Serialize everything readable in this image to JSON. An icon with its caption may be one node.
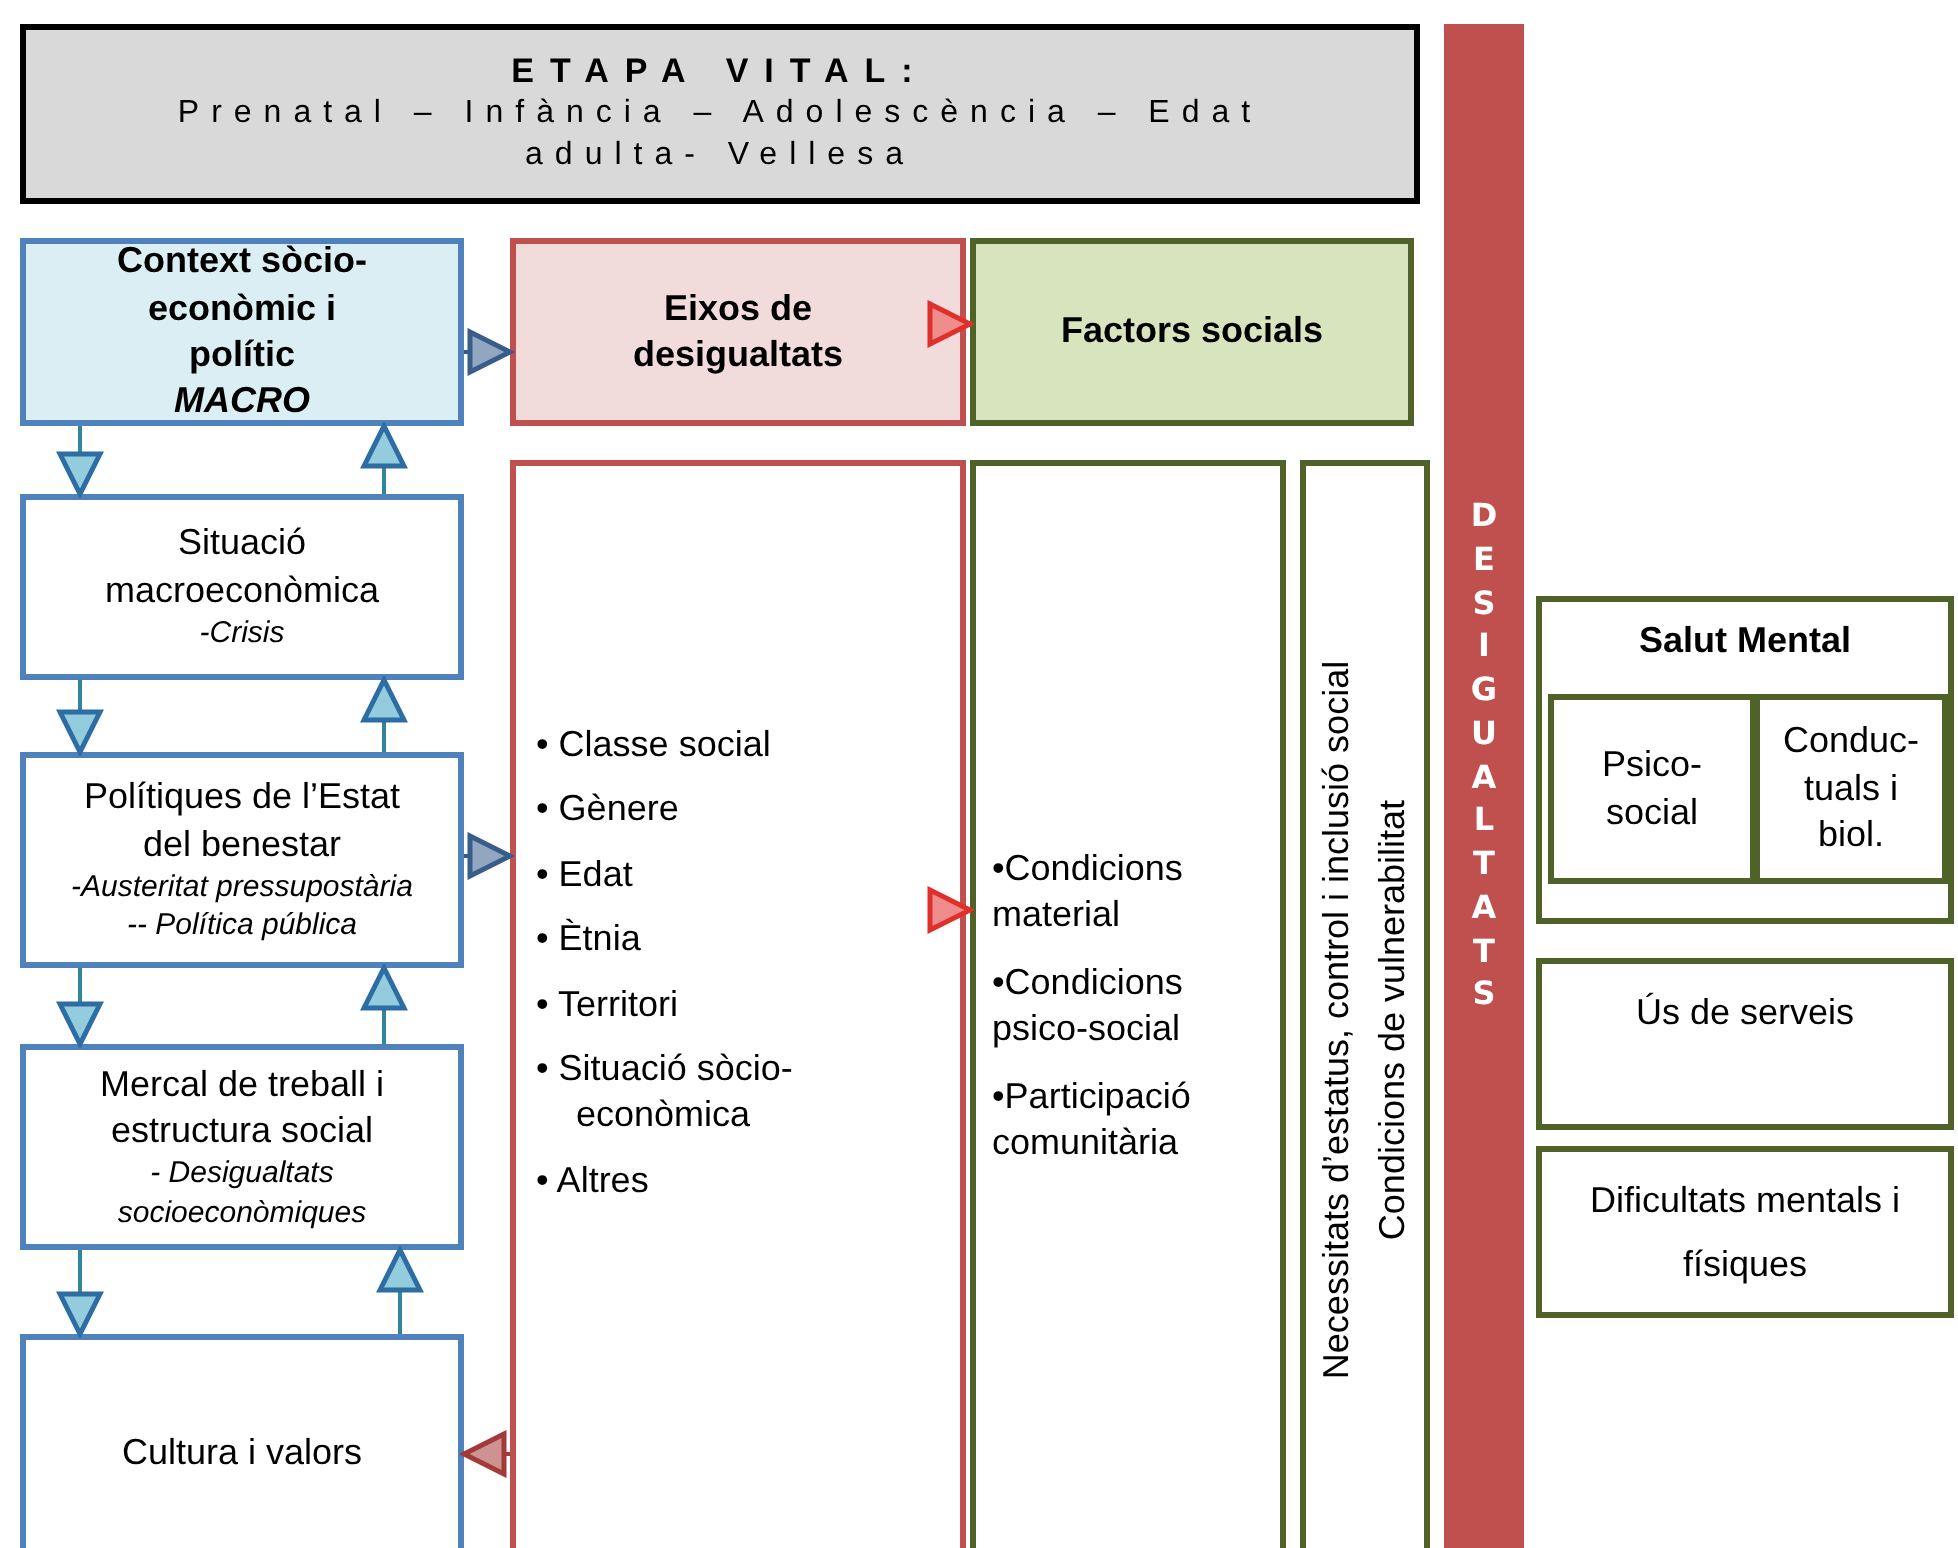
{
  "diagram": {
    "nodes": [
      {
        "text": [
          "ETAPA VITAL:",
          "Prenatal – Infància – Adolescència – Edat adulta- Vellesa"
        ]
      },
      {
        "text": [
          "Context sòcio-econòmic i polític",
          "MACRO"
        ]
      },
      {
        "text": [
          "Eixos de desigualtats"
        ]
      },
      {
        "text": [
          "Factors socials"
        ]
      },
      {
        "text": [
          "Situació macroeconòmica",
          "-Crisis"
        ]
      },
      {
        "text": [
          "Polítiques de l’Estat del benestar",
          "-Austeritat pressupostària",
          "-- Política pública"
        ]
      },
      {
        "text": [
          "Mercal de treball i estructura social",
          "- Desigualtats socioeconòmiques"
        ]
      },
      {
        "text": [
          "Cultura i valors"
        ]
      },
      {
        "text": [
          "• Classe social",
          "• Gènere",
          "• Edat",
          "• Ètnia",
          "• Territori",
          "• Situació sòcio-econòmica",
          "• Altres"
        ]
      },
      {
        "text": [
          "•Condicions material",
          "•Condicions psico-social",
          "•Participació comunitària"
        ]
      },
      {
        "text": [
          "Necessitats d’estatus, control i inclusió social",
          "Condicions de vulnerabilitat"
        ]
      },
      {
        "text": [
          "DESIGUALTATS"
        ]
      },
      {
        "text": [
          "Salut Mental"
        ]
      },
      {
        "text": [
          "Psico-social"
        ],
        "in": 12
      },
      {
        "text": [
          "Conduc-tuals i biol."
        ],
        "in": 12
      },
      {
        "text": [
          "Ús de serveis"
        ]
      },
      {
        "text": [
          "Dificultats mentals i físiques"
        ]
      }
    ],
    "edges": [
      {
        "from": 1,
        "to": 2,
        "arrow": "to",
        "color": "#385d8a"
      },
      {
        "from": 2,
        "to": 3,
        "arrow": "to",
        "color": "#e0302c"
      },
      {
        "from": 1,
        "to": 4,
        "arrow": "to"
      },
      {
        "from": 4,
        "to": 1,
        "arrow": "to"
      },
      {
        "from": 4,
        "to": 5,
        "arrow": "to"
      },
      {
        "from": 5,
        "to": 4,
        "arrow": "to"
      },
      {
        "from": 5,
        "to": 6,
        "arrow": "to"
      },
      {
        "from": 6,
        "to": 5,
        "arrow": "to"
      },
      {
        "from": 6,
        "to": 7,
        "arrow": "to"
      },
      {
        "from": 7,
        "to": 6,
        "arrow": "to"
      },
      {
        "from": 5,
        "to": 8,
        "arrow": "to",
        "color": "#385d8a"
      },
      {
        "from": 8,
        "to": 9,
        "arrow": "to",
        "color": "#e0302c"
      },
      {
        "from": 8,
        "to": 7,
        "arrow": "to",
        "color": "#a33a37"
      }
    ]
  }
}
